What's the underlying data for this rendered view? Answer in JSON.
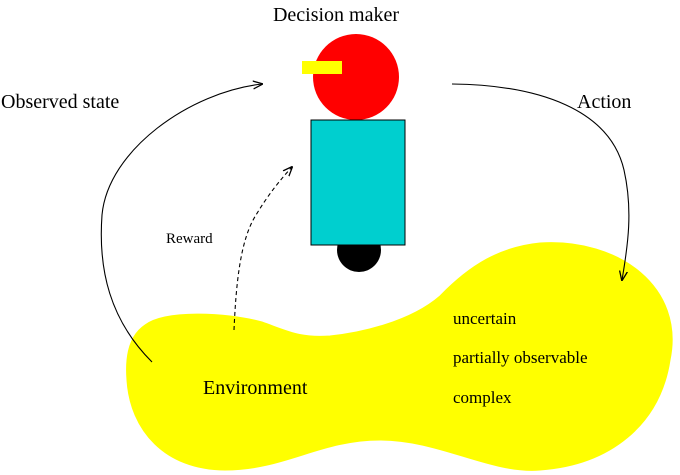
{
  "labels": {
    "decision_maker": "Decision maker",
    "observed_state": "Observed state",
    "action": "Action",
    "reward": "Reward",
    "environment": "Environment"
  },
  "environment_properties": [
    "uncertain",
    "partially observable",
    "complex"
  ],
  "colors": {
    "environment_fill": "#ffff00",
    "head": "#ff0000",
    "body": "#00cfcf",
    "eye": "#ffff00",
    "base": "#000000",
    "line": "#000000"
  }
}
